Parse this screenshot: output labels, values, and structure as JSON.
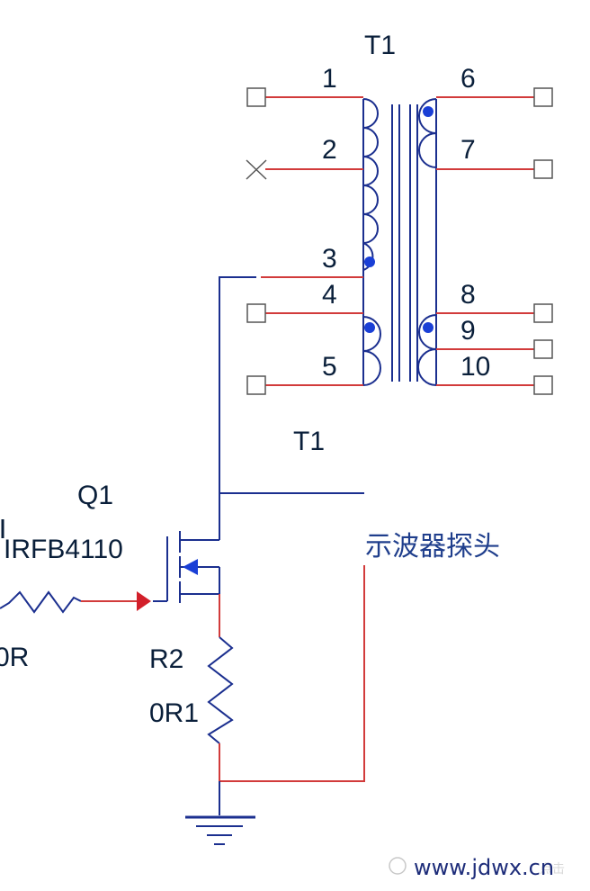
{
  "transformer": {
    "ref_top": "T1",
    "ref_bottom": "T1",
    "pins": [
      "1",
      "2",
      "3",
      "4",
      "5",
      "6",
      "7",
      "8",
      "9",
      "10"
    ]
  },
  "mosfet": {
    "ref": "Q1",
    "part": "IRFB4110"
  },
  "resistor": {
    "ref": "R2",
    "value": "0R1"
  },
  "gate_resistor": {
    "value_partial": "0R"
  },
  "probe_label": "示波器探头",
  "watermark": {
    "text": "www.jdwx.cn",
    "faint": "点击"
  },
  "colors": {
    "wire": "#d23b3b",
    "component": "#1b2f8f",
    "dot": "#1a3fd6"
  }
}
